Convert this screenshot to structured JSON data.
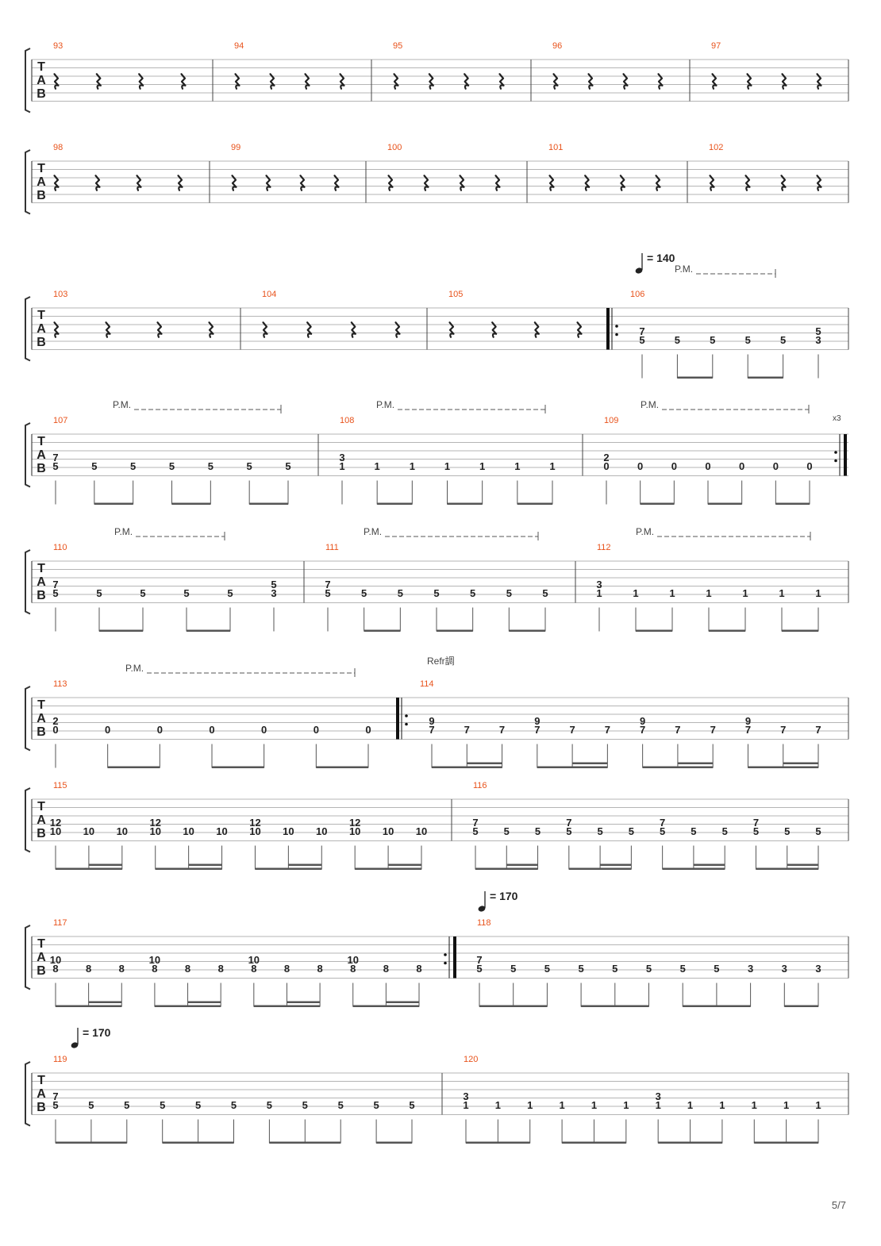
{
  "page_number": "5/7",
  "tab_clef": [
    "T",
    "A",
    "B"
  ],
  "tempo_marks": [
    {
      "value": "= 140",
      "measure": 106
    },
    {
      "value": "= 170",
      "measure": 118
    },
    {
      "value": "= 170",
      "measure": 119
    }
  ],
  "repeat_count": "x3",
  "section_label": "Refr調",
  "palm_mute_label": "P.M.",
  "systems": [
    {
      "measures": [
        {
          "number": "93",
          "rests": 4
        },
        {
          "number": "94",
          "rests": 4
        },
        {
          "number": "95",
          "rests": 4
        },
        {
          "number": "96",
          "rests": 4
        },
        {
          "number": "97",
          "rests": 4
        }
      ]
    },
    {
      "measures": [
        {
          "number": "98",
          "rests": 4
        },
        {
          "number": "99",
          "rests": 4
        },
        {
          "number": "100",
          "rests": 4
        },
        {
          "number": "101",
          "rests": 4
        },
        {
          "number": "102",
          "rests": 4
        }
      ]
    },
    {
      "measures": [
        {
          "number": "103",
          "rests": 4
        },
        {
          "number": "104",
          "rests": 4
        },
        {
          "number": "105",
          "rests": 4
        },
        {
          "number": "106",
          "repeat_start": true,
          "pm": true,
          "notes": [
            {
              "f": [
                "7",
                "5"
              ],
              "b": "q"
            },
            {
              "f": [
                "5"
              ],
              "b": "e1"
            },
            {
              "f": [
                "5"
              ],
              "b": "e2"
            },
            {
              "f": [
                "5"
              ],
              "b": "e1"
            },
            {
              "f": [
                "5"
              ],
              "b": "e2"
            },
            {
              "f": [
                "5",
                "3"
              ],
              "b": "q"
            }
          ]
        }
      ]
    },
    {
      "measures": [
        {
          "number": "107",
          "pm": true,
          "notes": [
            {
              "f": [
                "7",
                "5"
              ],
              "b": "q"
            },
            {
              "f": [
                "5"
              ],
              "b": "e1"
            },
            {
              "f": [
                "5"
              ],
              "b": "e2"
            },
            {
              "f": [
                "5"
              ],
              "b": "e1"
            },
            {
              "f": [
                "5"
              ],
              "b": "e2"
            },
            {
              "f": [
                "5"
              ],
              "b": "e1"
            },
            {
              "f": [
                "5"
              ],
              "b": "e2"
            }
          ]
        },
        {
          "number": "108",
          "pm": true,
          "notes": [
            {
              "f": [
                "3",
                "1"
              ],
              "b": "q"
            },
            {
              "f": [
                "1"
              ],
              "b": "e1"
            },
            {
              "f": [
                "1"
              ],
              "b": "e2"
            },
            {
              "f": [
                "1"
              ],
              "b": "e1"
            },
            {
              "f": [
                "1"
              ],
              "b": "e2"
            },
            {
              "f": [
                "1"
              ],
              "b": "e1"
            },
            {
              "f": [
                "1"
              ],
              "b": "e2"
            }
          ]
        },
        {
          "number": "109",
          "pm": true,
          "repeat_end": true,
          "notes": [
            {
              "f": [
                "2",
                "0"
              ],
              "b": "q"
            },
            {
              "f": [
                "0"
              ],
              "b": "e1"
            },
            {
              "f": [
                "0"
              ],
              "b": "e2"
            },
            {
              "f": [
                "0"
              ],
              "b": "e1"
            },
            {
              "f": [
                "0"
              ],
              "b": "e2"
            },
            {
              "f": [
                "0"
              ],
              "b": "e1"
            },
            {
              "f": [
                "0"
              ],
              "b": "e2"
            }
          ]
        }
      ]
    },
    {
      "measures": [
        {
          "number": "110",
          "pm": true,
          "notes": [
            {
              "f": [
                "7",
                "5"
              ],
              "b": "q"
            },
            {
              "f": [
                "5"
              ],
              "b": "e1"
            },
            {
              "f": [
                "5"
              ],
              "b": "e2"
            },
            {
              "f": [
                "5"
              ],
              "b": "e1"
            },
            {
              "f": [
                "5"
              ],
              "b": "e2"
            },
            {
              "f": [
                "5",
                "3"
              ],
              "b": "q"
            }
          ]
        },
        {
          "number": "111",
          "pm": true,
          "notes": [
            {
              "f": [
                "7",
                "5"
              ],
              "b": "q"
            },
            {
              "f": [
                "5"
              ],
              "b": "e1"
            },
            {
              "f": [
                "5"
              ],
              "b": "e2"
            },
            {
              "f": [
                "5"
              ],
              "b": "e1"
            },
            {
              "f": [
                "5"
              ],
              "b": "e2"
            },
            {
              "f": [
                "5"
              ],
              "b": "e1"
            },
            {
              "f": [
                "5"
              ],
              "b": "e2"
            }
          ]
        },
        {
          "number": "112",
          "pm": true,
          "notes": [
            {
              "f": [
                "3",
                "1"
              ],
              "b": "q"
            },
            {
              "f": [
                "1"
              ],
              "b": "e1"
            },
            {
              "f": [
                "1"
              ],
              "b": "e2"
            },
            {
              "f": [
                "1"
              ],
              "b": "e1"
            },
            {
              "f": [
                "1"
              ],
              "b": "e2"
            },
            {
              "f": [
                "1"
              ],
              "b": "e1"
            },
            {
              "f": [
                "1"
              ],
              "b": "e2"
            }
          ]
        }
      ]
    },
    {
      "measures": [
        {
          "number": "113",
          "pm": true,
          "notes": [
            {
              "f": [
                "2",
                "0"
              ],
              "b": "q"
            },
            {
              "f": [
                "0"
              ],
              "b": "e1"
            },
            {
              "f": [
                "0"
              ],
              "b": "e2"
            },
            {
              "f": [
                "0"
              ],
              "b": "e1"
            },
            {
              "f": [
                "0"
              ],
              "b": "e2"
            },
            {
              "f": [
                "0"
              ],
              "b": "e1"
            },
            {
              "f": [
                "0"
              ],
              "b": "e2"
            }
          ]
        },
        {
          "number": "114",
          "repeat_start": true,
          "section": true,
          "notes": [
            {
              "f": [
                "9",
                "7"
              ],
              "b": "g1"
            },
            {
              "f": [
                "7"
              ],
              "b": "g2"
            },
            {
              "f": [
                "7"
              ],
              "b": "g3"
            },
            {
              "f": [
                "9",
                "7"
              ],
              "b": "g1"
            },
            {
              "f": [
                "7"
              ],
              "b": "g2"
            },
            {
              "f": [
                "7"
              ],
              "b": "g3"
            },
            {
              "f": [
                "9",
                "7"
              ],
              "b": "g1"
            },
            {
              "f": [
                "7"
              ],
              "b": "g2"
            },
            {
              "f": [
                "7"
              ],
              "b": "g3"
            },
            {
              "f": [
                "9",
                "7"
              ],
              "b": "g1"
            },
            {
              "f": [
                "7"
              ],
              "b": "g2"
            },
            {
              "f": [
                "7"
              ],
              "b": "g3"
            }
          ]
        }
      ]
    },
    {
      "measures": [
        {
          "number": "115",
          "notes": [
            {
              "f": [
                "12",
                "10"
              ],
              "b": "g1"
            },
            {
              "f": [
                "10"
              ],
              "b": "g2"
            },
            {
              "f": [
                "10"
              ],
              "b": "g3"
            },
            {
              "f": [
                "12",
                "10"
              ],
              "b": "g1"
            },
            {
              "f": [
                "10"
              ],
              "b": "g2"
            },
            {
              "f": [
                "10"
              ],
              "b": "g3"
            },
            {
              "f": [
                "12",
                "10"
              ],
              "b": "g1"
            },
            {
              "f": [
                "10"
              ],
              "b": "g2"
            },
            {
              "f": [
                "10"
              ],
              "b": "g3"
            },
            {
              "f": [
                "12",
                "10"
              ],
              "b": "g1"
            },
            {
              "f": [
                "10"
              ],
              "b": "g2"
            },
            {
              "f": [
                "10"
              ],
              "b": "g3"
            }
          ]
        },
        {
          "number": "116",
          "notes": [
            {
              "f": [
                "7",
                "5"
              ],
              "b": "g1"
            },
            {
              "f": [
                "5"
              ],
              "b": "g2"
            },
            {
              "f": [
                "5"
              ],
              "b": "g3"
            },
            {
              "f": [
                "7",
                "5"
              ],
              "b": "g1"
            },
            {
              "f": [
                "5"
              ],
              "b": "g2"
            },
            {
              "f": [
                "5"
              ],
              "b": "g3"
            },
            {
              "f": [
                "7",
                "5"
              ],
              "b": "g1"
            },
            {
              "f": [
                "5"
              ],
              "b": "g2"
            },
            {
              "f": [
                "5"
              ],
              "b": "g3"
            },
            {
              "f": [
                "7",
                "5"
              ],
              "b": "g1"
            },
            {
              "f": [
                "5"
              ],
              "b": "g2"
            },
            {
              "f": [
                "5"
              ],
              "b": "g3"
            }
          ]
        }
      ]
    },
    {
      "measures": [
        {
          "number": "117",
          "repeat_end": true,
          "notes": [
            {
              "f": [
                "10",
                "8"
              ],
              "b": "g1"
            },
            {
              "f": [
                "8"
              ],
              "b": "g2"
            },
            {
              "f": [
                "8"
              ],
              "b": "g3"
            },
            {
              "f": [
                "10",
                "8"
              ],
              "b": "g1"
            },
            {
              "f": [
                "8"
              ],
              "b": "g2"
            },
            {
              "f": [
                "8"
              ],
              "b": "g3"
            },
            {
              "f": [
                "10",
                "8"
              ],
              "b": "g1"
            },
            {
              "f": [
                "8"
              ],
              "b": "g2"
            },
            {
              "f": [
                "8"
              ],
              "b": "g3"
            },
            {
              "f": [
                "10",
                "8"
              ],
              "b": "g1"
            },
            {
              "f": [
                "8"
              ],
              "b": "g2"
            },
            {
              "f": [
                "8"
              ],
              "b": "g3"
            }
          ]
        },
        {
          "number": "118",
          "tempo": true,
          "notes": [
            {
              "f": [
                "7",
                "5"
              ],
              "b": "t1"
            },
            {
              "f": [
                "5"
              ],
              "b": "t2"
            },
            {
              "f": [
                "5"
              ],
              "b": "t3"
            },
            {
              "f": [
                "5"
              ],
              "b": "t1"
            },
            {
              "f": [
                "5"
              ],
              "b": "t2"
            },
            {
              "f": [
                "5"
              ],
              "b": "t3"
            },
            {
              "f": [
                "5"
              ],
              "b": "t1"
            },
            {
              "f": [
                "5"
              ],
              "b": "t2"
            },
            {
              "f": [
                "3"
              ],
              "b": "t3"
            },
            {
              "f": [
                "3"
              ],
              "b": "e1"
            },
            {
              "f": [
                "3"
              ],
              "b": "e2"
            }
          ]
        }
      ]
    },
    {
      "measures": [
        {
          "number": "119",
          "tempo": true,
          "notes": [
            {
              "f": [
                "7",
                "5"
              ],
              "b": "t1"
            },
            {
              "f": [
                "5"
              ],
              "b": "t2"
            },
            {
              "f": [
                "5"
              ],
              "b": "t3"
            },
            {
              "f": [
                "5"
              ],
              "b": "t1"
            },
            {
              "f": [
                "5"
              ],
              "b": "t2"
            },
            {
              "f": [
                "5"
              ],
              "b": "t3"
            },
            {
              "f": [
                "5"
              ],
              "b": "t1"
            },
            {
              "f": [
                "5"
              ],
              "b": "t2"
            },
            {
              "f": [
                "5"
              ],
              "b": "t3"
            },
            {
              "f": [
                "5"
              ],
              "b": "e1"
            },
            {
              "f": [
                "5"
              ],
              "b": "e2"
            }
          ]
        },
        {
          "number": "120",
          "notes": [
            {
              "f": [
                "3",
                "1"
              ],
              "b": "t1"
            },
            {
              "f": [
                "1"
              ],
              "b": "t2"
            },
            {
              "f": [
                "1"
              ],
              "b": "t3"
            },
            {
              "f": [
                "1"
              ],
              "b": "t1"
            },
            {
              "f": [
                "1"
              ],
              "b": "t2"
            },
            {
              "f": [
                "1"
              ],
              "b": "t3"
            },
            {
              "f": [
                "3",
                "1"
              ],
              "b": "t1"
            },
            {
              "f": [
                "1"
              ],
              "b": "t2"
            },
            {
              "f": [
                "1"
              ],
              "b": "t3"
            },
            {
              "f": [
                "1"
              ],
              "b": "t1"
            },
            {
              "f": [
                "1"
              ],
              "b": "t2"
            },
            {
              "f": [
                "1"
              ],
              "b": "t3"
            }
          ]
        }
      ]
    }
  ]
}
